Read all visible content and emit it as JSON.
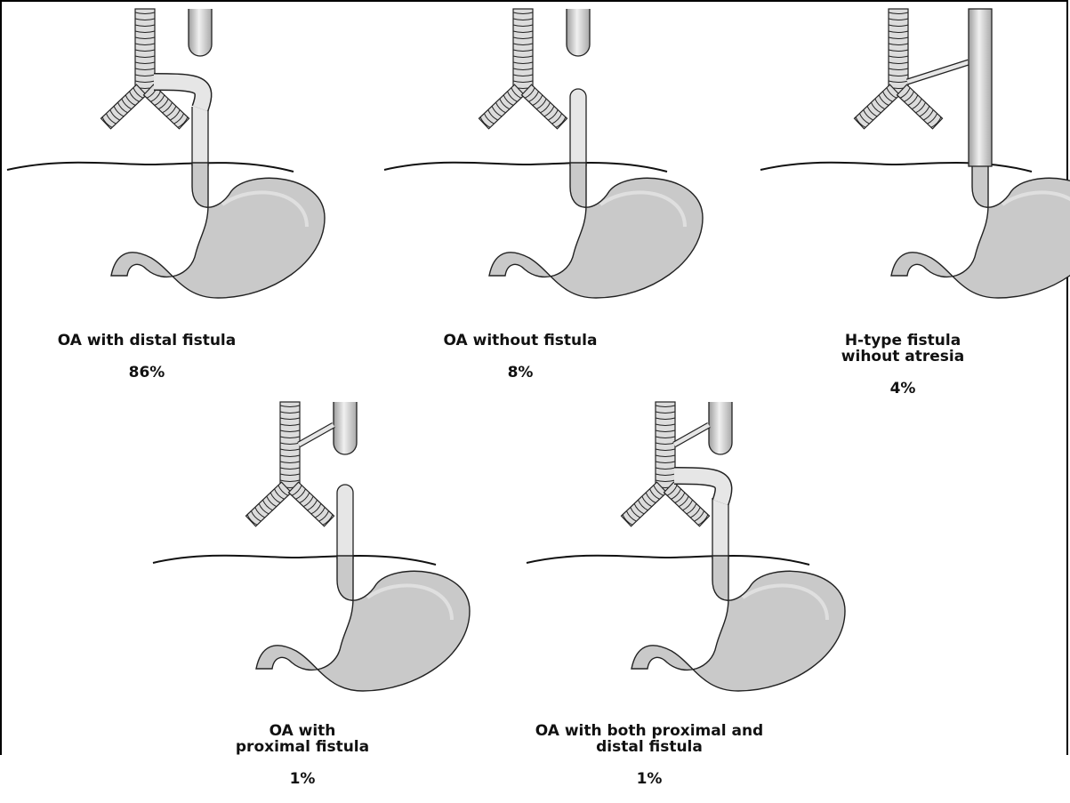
{
  "panels": [
    {
      "id": "distal",
      "caption": "OA with distal fistula",
      "percent": "86%"
    },
    {
      "id": "none",
      "caption": "OA without fistula",
      "percent": "8%"
    },
    {
      "id": "htype",
      "caption": "H-type fistula\nwihout atresia",
      "percent": "4%"
    },
    {
      "id": "proximal",
      "caption": "OA with\nproximal fistula",
      "percent": "1%"
    },
    {
      "id": "both",
      "caption": "OA with both proximal and\ndistal fistula",
      "percent": "1%"
    }
  ],
  "colors": {
    "organ_fill": "#c9c9c9",
    "organ_light": "#e6e6e6",
    "outline": "#222222",
    "ring": "#9a9a9a"
  }
}
